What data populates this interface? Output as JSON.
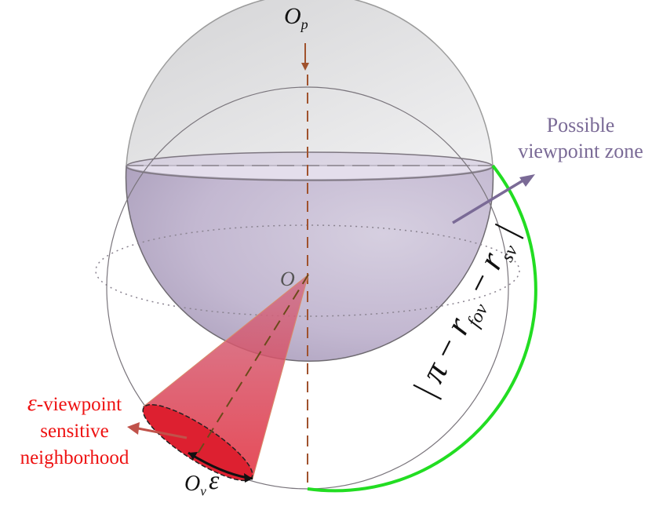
{
  "labels": {
    "op_base": "O",
    "op_sub": "p",
    "o_center": "O",
    "ov_base": "O",
    "ov_sub": "v",
    "epsilon": "ε",
    "viewpoint_zone": "Possible viewpoint zone",
    "eps_symbol": "ε",
    "eps_text": "-viewpoint sensitive neighborhood",
    "formula": {
      "bar_left": "|",
      "pi": "π",
      "minus1": " − ",
      "r1": "r",
      "sub1": "fov",
      "minus2": " − ",
      "r2": "r",
      "sub2": "sv",
      "bar_right": "|"
    }
  },
  "colors": {
    "sphere_fill": "#c7bdd4",
    "cap_fill": "#e7e7e9",
    "cone_fill": "#e0445c",
    "cone_base": "#d91e2a",
    "green_arc": "#22dd22",
    "brown_axis": "#a0522d",
    "zone_text": "#7a6a96",
    "red_text": "#ee1111"
  },
  "icons": [
    "arrow-down-icon",
    "arrow-right-up-icon",
    "arrow-left-icon"
  ]
}
